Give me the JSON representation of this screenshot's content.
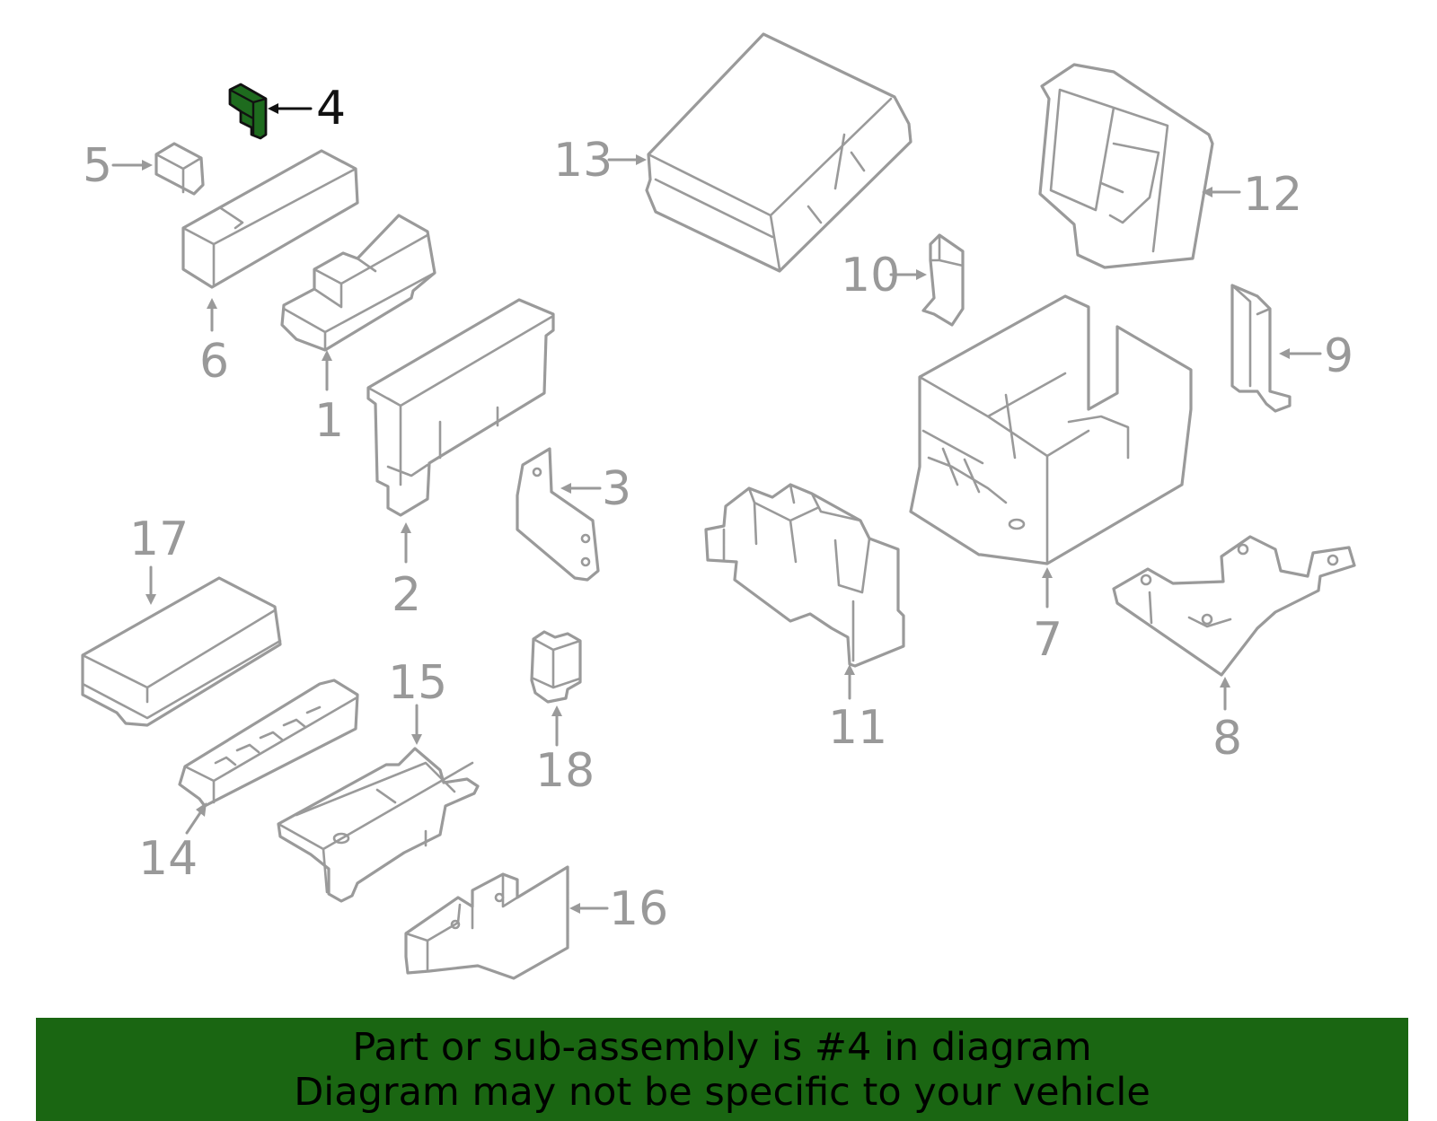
{
  "diagram": {
    "highlight_color": "#1a6612",
    "callouts": [
      "1",
      "2",
      "3",
      "4",
      "5",
      "6",
      "7",
      "8",
      "9",
      "10",
      "11",
      "12",
      "13",
      "14",
      "15",
      "16",
      "17",
      "18"
    ],
    "highlighted_part": "4"
  },
  "banner": {
    "line1": "Part or sub-assembly is #4 in diagram",
    "line2": "Diagram may not be specific to your vehicle"
  }
}
